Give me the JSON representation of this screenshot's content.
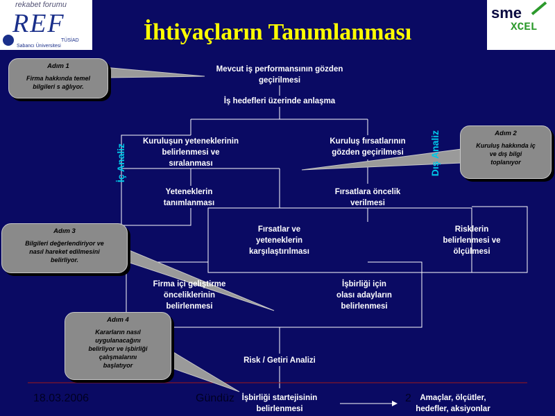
{
  "title": "İhtiyaçların Tanımlanması",
  "logos": {
    "ref": {
      "tagline": "rekabet forumu",
      "name": "REF",
      "sub1": "TÜSİAD",
      "sub2": "Sabancı Üniversitesi"
    },
    "smexcel": {
      "line1": "sme",
      "line2": "XCEL"
    }
  },
  "nodes": {
    "n1": [
      "Mevcut iş performansının gözden",
      "geçirilmesi"
    ],
    "n2": [
      "İş hedefleri üzerinde anlaşma"
    ],
    "n3": [
      "Kuruluşun yeteneklerinin",
      "belirlenmesi ve",
      "sıralanması"
    ],
    "n4": [
      "Kuruluş fırsatlarının",
      "gözden geçirilmesi"
    ],
    "n5": [
      "Yeteneklerin",
      "tanımlanması"
    ],
    "n6": [
      "Fırsatlara öncelik",
      "verilmesi"
    ],
    "n7": [
      "Fırsatlar ve",
      "yeteneklerin",
      "karşılaştırılması"
    ],
    "n8": [
      "Risklerin",
      "belirlenmesi ve",
      "ölçülmesi"
    ],
    "n9": [
      "Firma içi geliştirme",
      "önceliklerinin",
      "belirlenmesi"
    ],
    "n10": [
      "İşbirliği için",
      "olası adayların",
      "belirlenmesi"
    ],
    "n11": [
      "Risk / Getiri Analizi"
    ],
    "n12": [
      "İşbirliği startejisinin",
      "belirlenmesi"
    ],
    "n13": [
      "Amaçlar, ölçütler,",
      "hedefler, aksiyonlar"
    ]
  },
  "side_labels": {
    "internal": "İç Analiz",
    "external": "Dış Analiz"
  },
  "callouts": {
    "c1": {
      "title": "Adım 1",
      "lines": [
        "Firma hakkında temel",
        "bilgileri s ağlıyor."
      ]
    },
    "c2": {
      "title": "Adım 2",
      "lines": [
        "Kuruluş hakkında iç",
        "ve dış bilgi",
        "toplanıyor"
      ]
    },
    "c3": {
      "title": "Adım 3",
      "lines": [
        "Bilgileri değerlendiriyor ve",
        "nasıl hareket edilmesini",
        "belirliyor."
      ]
    },
    "c4": {
      "title": "Adım 4",
      "lines": [
        "Kararların nasıl",
        "uygulanacağını",
        "belirliyor ve işbirliği",
        "çalışmalarını",
        "başlatıyor"
      ]
    }
  },
  "footer": {
    "date": "18.03.2006",
    "author": "Gündüz",
    "page": "2"
  },
  "colors": {
    "background": "#0a0a63",
    "title": "#ffff00",
    "text": "#ffffff",
    "analysis_label": "#00c8e8",
    "callout": "#8a8a8a"
  }
}
